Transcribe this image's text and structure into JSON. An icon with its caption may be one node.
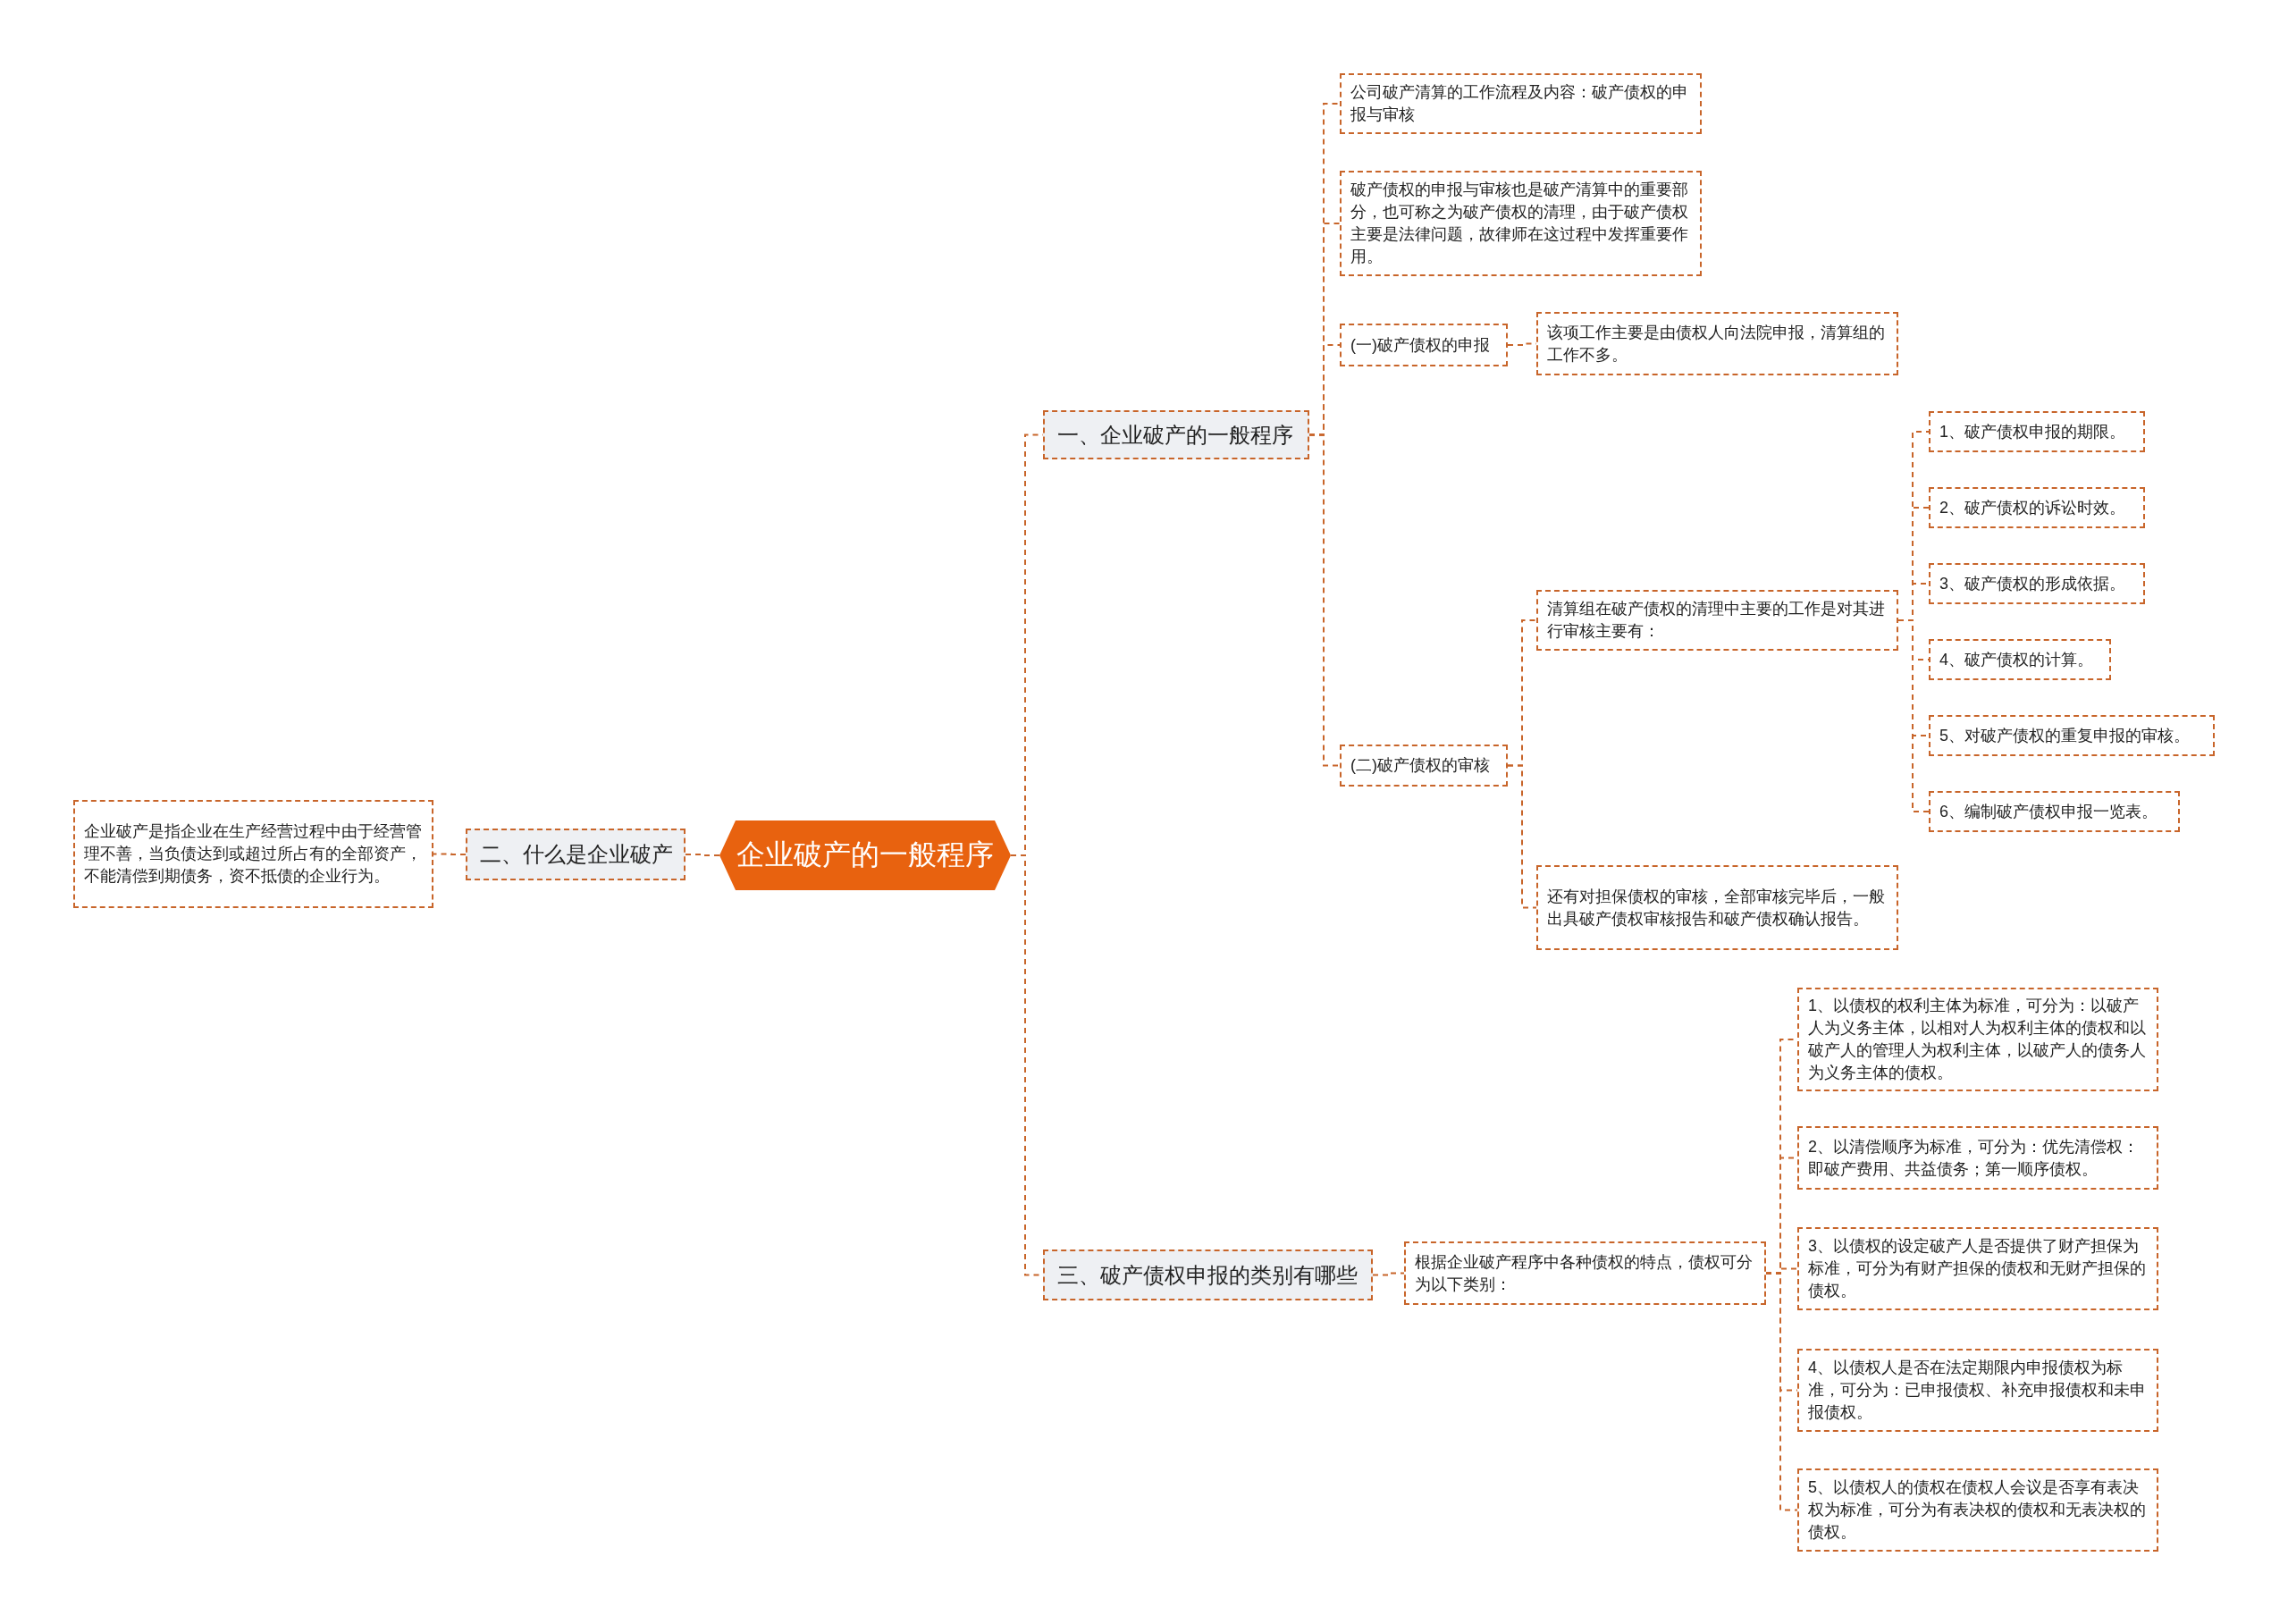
{
  "diagram": {
    "nodes": [
      {
        "text": [
          "企业破产的一般程序"
        ]
      },
      {
        "text": [
          "一、企业破产的一般程序"
        ]
      },
      {
        "text": [
          "公司破产清算的工作流程及内容：破产债权的申报与审核"
        ]
      },
      {
        "text": [
          "破产债权的申报与审核也是破产清算中的重要部分，也可称之为破产债权的清理，由于破产债权主要是法律问题，故律师在这过程中发挥重要作用。"
        ]
      },
      {
        "text": [
          "(一)破产债权的申报"
        ]
      },
      {
        "text": [
          "该项工作主要是由债权人向法院申报，清算组的工作不多。"
        ]
      },
      {
        "text": [
          "(二)破产债权的审核"
        ]
      },
      {
        "text": [
          "清算组在破产债权的清理中主要的工作是对其进行审核主要有："
        ]
      },
      {
        "text": [
          "1、破产债权申报的期限。"
        ]
      },
      {
        "text": [
          "2、破产债权的诉讼时效。"
        ]
      },
      {
        "text": [
          "3、破产债权的形成依据。"
        ]
      },
      {
        "text": [
          "4、破产债权的计算。"
        ]
      },
      {
        "text": [
          "5、对破产债权的重复申报的审核。"
        ]
      },
      {
        "text": [
          "6、编制破产债权申报一览表。"
        ]
      },
      {
        "text": [
          "还有对担保债权的审核，全部审核完毕后，一般出具破产债权审核报告和破产债权确认报告。"
        ]
      },
      {
        "text": [
          "二、什么是企业破产"
        ]
      },
      {
        "text": [
          "企业破产是指企业在生产经营过程中由于经营管理不善，当负债达到或超过所占有的全部资产，不能清偿到期债务，资不抵债的企业行为。"
        ]
      },
      {
        "text": [
          "三、破产债权申报的类别有哪些"
        ]
      },
      {
        "text": [
          "根据企业破产程序中各种债权的特点，债权可分为以下类别："
        ]
      },
      {
        "text": [
          "1、以债权的权利主体为标准，可分为：以破产人为义务主体，以相对人为权利主体的债权和以破产人的管理人为权利主体，以破产人的债务人为义务主体的债权。"
        ]
      },
      {
        "text": [
          "2、以清偿顺序为标准，可分为：优先清偿权：即破产费用、共益债务；第一顺序债权。"
        ]
      },
      {
        "text": [
          "3、以债权的设定破产人是否提供了财产担保为标准，可分为有财产担保的债权和无财产担保的债权。"
        ]
      },
      {
        "text": [
          "4、以债权人是否在法定期限内申报债权为标准，可分为：已申报债权、补充申报债权和未申报债权。"
        ]
      },
      {
        "text": [
          "5、以债权人的债权在债权人会议是否享有表决权为标准，可分为有表决权的债权和无表决权的债权。"
        ]
      }
    ],
    "edges": [
      {
        "from": 0,
        "to": 1,
        "arrow": "none"
      },
      {
        "from": 1,
        "to": 2,
        "arrow": "none"
      },
      {
        "from": 1,
        "to": 3,
        "arrow": "none"
      },
      {
        "from": 1,
        "to": 4,
        "arrow": "none"
      },
      {
        "from": 4,
        "to": 5,
        "arrow": "none"
      },
      {
        "from": 1,
        "to": 6,
        "arrow": "none"
      },
      {
        "from": 6,
        "to": 7,
        "arrow": "none"
      },
      {
        "from": 7,
        "to": 8,
        "arrow": "none"
      },
      {
        "from": 7,
        "to": 9,
        "arrow": "none"
      },
      {
        "from": 7,
        "to": 10,
        "arrow": "none"
      },
      {
        "from": 7,
        "to": 11,
        "arrow": "none"
      },
      {
        "from": 7,
        "to": 12,
        "arrow": "none"
      },
      {
        "from": 7,
        "to": 13,
        "arrow": "none"
      },
      {
        "from": 6,
        "to": 14,
        "arrow": "none"
      },
      {
        "from": 0,
        "to": 15,
        "arrow": "none"
      },
      {
        "from": 15,
        "to": 16,
        "arrow": "none"
      },
      {
        "from": 0,
        "to": 17,
        "arrow": "none"
      },
      {
        "from": 17,
        "to": 18,
        "arrow": "none"
      },
      {
        "from": 18,
        "to": 19,
        "arrow": "none"
      },
      {
        "from": 18,
        "to": 20,
        "arrow": "none"
      },
      {
        "from": 18,
        "to": 21,
        "arrow": "none"
      },
      {
        "from": 18,
        "to": 22,
        "arrow": "none"
      },
      {
        "from": 18,
        "to": 23,
        "arrow": "none"
      }
    ]
  }
}
